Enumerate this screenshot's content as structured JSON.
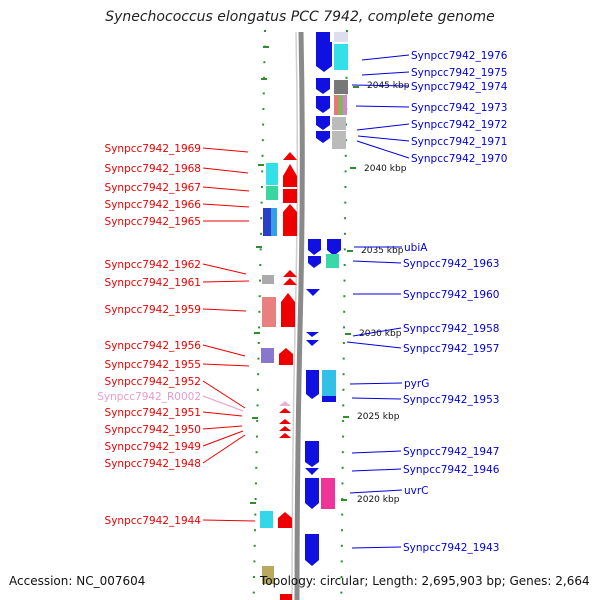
{
  "title": "Synechococcus elongatus PCC 7942, complete genome",
  "accession": "Accession: NC_007604",
  "topology": "Topology: circular; Length: 2,695,903 bp; Genes: 2,664",
  "colors": {
    "forward": "#ee0000",
    "reverse": "#0000dd",
    "rna": "#e89ad0",
    "tick": "#2f8f2f",
    "backbone": "#888888"
  },
  "kbp_labels": [
    {
      "text": "2045 kbp",
      "side": "right"
    },
    {
      "text": "2040 kbp",
      "side": "right"
    },
    {
      "text": "2035 kbp",
      "side": "right"
    },
    {
      "text": "2030 kbp",
      "side": "right"
    },
    {
      "text": "2025 kbp",
      "side": "right"
    },
    {
      "text": "2020 kbp",
      "side": "right"
    }
  ],
  "left_labels": [
    {
      "text": "Synpcc7942_1969",
      "type": "cds"
    },
    {
      "text": "Synpcc7942_1968",
      "type": "cds"
    },
    {
      "text": "Synpcc7942_1967",
      "type": "cds"
    },
    {
      "text": "Synpcc7942_1966",
      "type": "cds"
    },
    {
      "text": "Synpcc7942_1965",
      "type": "cds"
    },
    {
      "text": "Synpcc7942_1962",
      "type": "cds"
    },
    {
      "text": "Synpcc7942_1961",
      "type": "cds"
    },
    {
      "text": "Synpcc7942_1959",
      "type": "cds"
    },
    {
      "text": "Synpcc7942_1956",
      "type": "cds"
    },
    {
      "text": "Synpcc7942_1955",
      "type": "cds"
    },
    {
      "text": "Synpcc7942_1952",
      "type": "cds"
    },
    {
      "text": "Synpcc7942_R0002",
      "type": "rna"
    },
    {
      "text": "Synpcc7942_1951",
      "type": "cds"
    },
    {
      "text": "Synpcc7942_1950",
      "type": "cds"
    },
    {
      "text": "Synpcc7942_1949",
      "type": "cds"
    },
    {
      "text": "Synpcc7942_1948",
      "type": "cds"
    },
    {
      "text": "Synpcc7942_1944",
      "type": "cds"
    }
  ],
  "right_labels": [
    {
      "text": "Synpcc7942_1976"
    },
    {
      "text": "Synpcc7942_1975"
    },
    {
      "text": "Synpcc7942_1974"
    },
    {
      "text": "Synpcc7942_1973"
    },
    {
      "text": "Synpcc7942_1972"
    },
    {
      "text": "Synpcc7942_1971"
    },
    {
      "text": "Synpcc7942_1970"
    },
    {
      "text": "ubiA"
    },
    {
      "text": "Synpcc7942_1963"
    },
    {
      "text": "Synpcc7942_1960"
    },
    {
      "text": "Synpcc7942_1958"
    },
    {
      "text": "Synpcc7942_1957"
    },
    {
      "text": "pyrG"
    },
    {
      "text": "Synpcc7942_1953"
    },
    {
      "text": "Synpcc7942_1947"
    },
    {
      "text": "Synpcc7942_1946"
    },
    {
      "text": "uvrC"
    },
    {
      "text": "Synpcc7942_1943"
    }
  ]
}
